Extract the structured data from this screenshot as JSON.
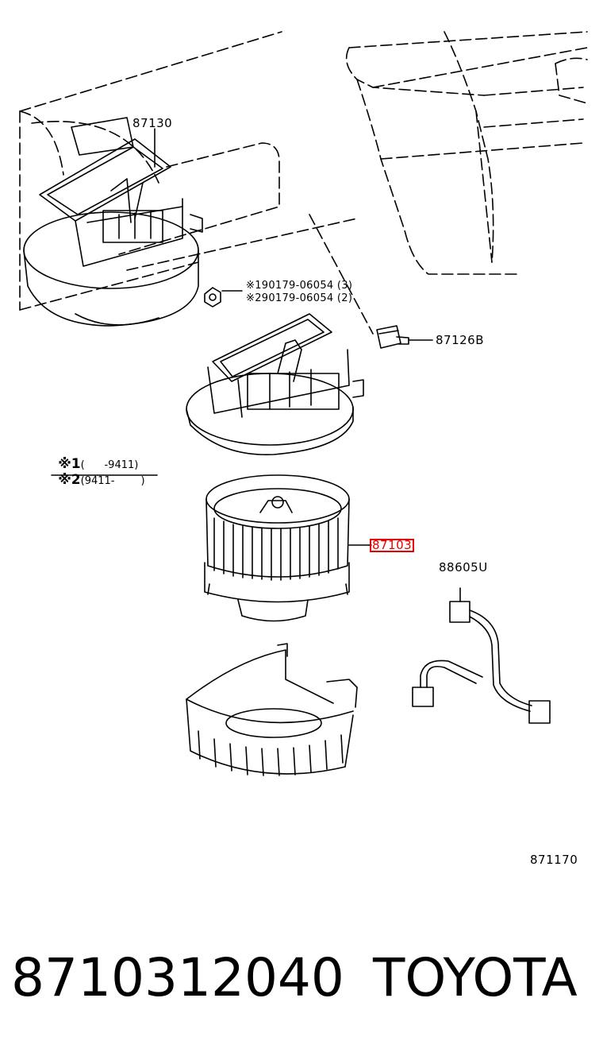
{
  "callouts": {
    "p87130": "87130",
    "bolt_1": "※190179-06054 (3)",
    "bolt_2": "※290179-06054 (2)",
    "p87126B": "87126B",
    "p87103": "87103",
    "p88605U": "88605U",
    "fig_no": "871170"
  },
  "notes": {
    "mark1": "※1",
    "text1": "(      -9411)",
    "mark2": "※2",
    "text2": "(9411-        )"
  },
  "footer": {
    "part_number": "8710312040",
    "brand": "TOYOTA"
  },
  "colors": {
    "highlight": "#e60000",
    "line": "#000000"
  }
}
